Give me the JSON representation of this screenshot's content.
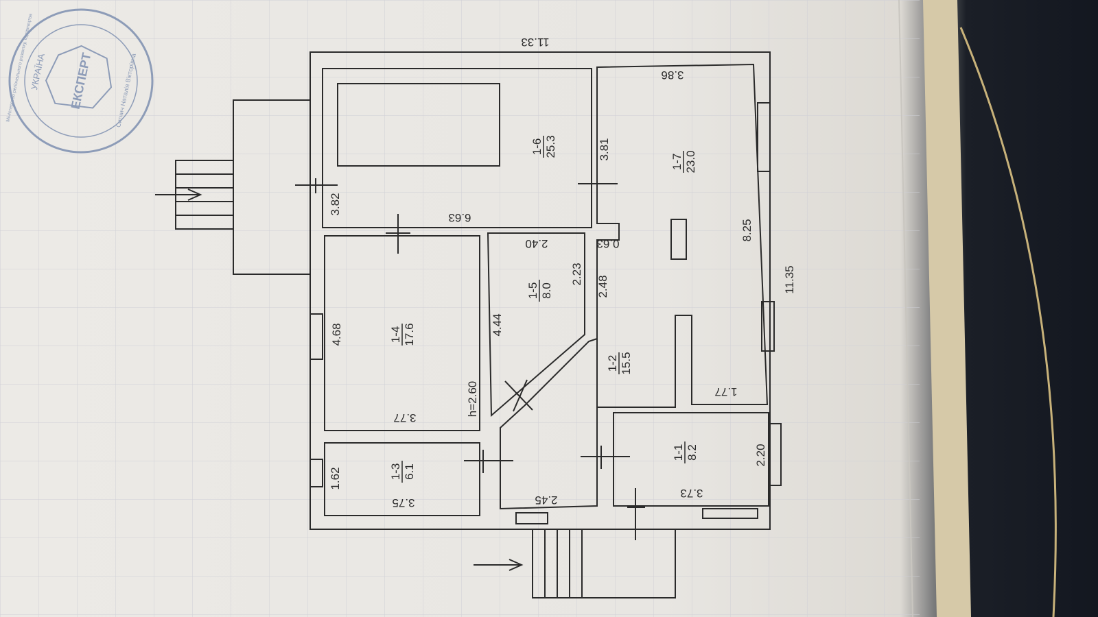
{
  "plan": {
    "total_top": "11.33",
    "total_right": "11.35",
    "height_note": "h=2.60",
    "rooms": [
      {
        "id": "1-1",
        "area": "8.2"
      },
      {
        "id": "1-2",
        "area": "15.5"
      },
      {
        "id": "1-3",
        "area": "6.1"
      },
      {
        "id": "1-4",
        "area": "17.6"
      },
      {
        "id": "1-5",
        "area": "8.0"
      },
      {
        "id": "1-6",
        "area": "25.3"
      },
      {
        "id": "1-7",
        "area": "23.0"
      }
    ],
    "dims": {
      "d382": "3.82",
      "d663": "6.63",
      "d381": "3.81",
      "d386": "3.86",
      "d468": "4.68",
      "d377": "3.77",
      "d444": "4.44",
      "d240": "2.40",
      "d223": "2.23",
      "d063": "0.63",
      "d248": "2.48",
      "d825": "8.25",
      "d177": "1.77",
      "d162": "1.62",
      "d375": "3.75",
      "d245": "2.45",
      "d373": "3.73",
      "d220": "2.20"
    }
  },
  "stamp": {
    "line1": "УКРАЇНА",
    "line2": "ЕКСПЕРТ",
    "line3": "Міністерство регіонального розвитку, будівництва",
    "line4": "Сигнич Наталія Вікторівна"
  },
  "colors": {
    "ink": "#2a2a2a",
    "stamp": "#7d8fb0",
    "paper": "#eceae6"
  }
}
